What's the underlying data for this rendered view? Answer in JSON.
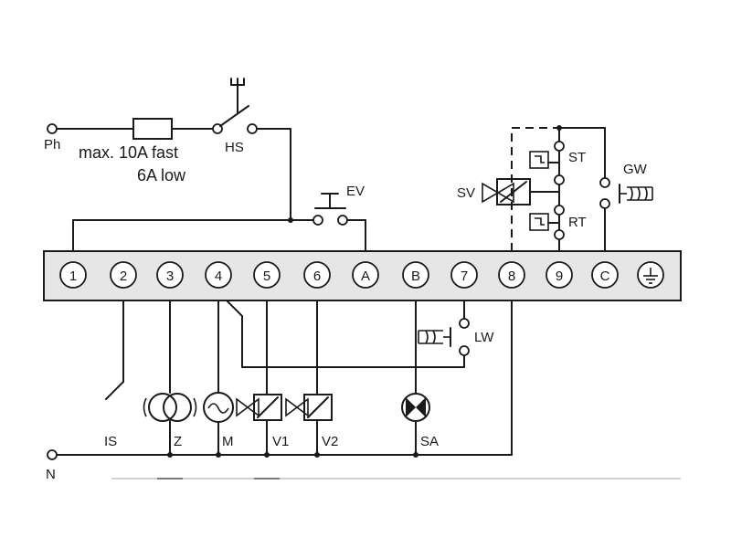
{
  "labels": {
    "ph": "Ph",
    "n": "N",
    "fuse_line1": "max. 10A fast",
    "fuse_line2": "6A low",
    "hs": "HS",
    "ev": "EV",
    "sv": "SV",
    "st": "ST",
    "rt": "RT",
    "gw": "GW",
    "lw": "LW",
    "is": "IS",
    "z": "Z",
    "m": "M",
    "v1": "V1",
    "v2": "V2",
    "sa": "SA"
  },
  "terminals": [
    "1",
    "2",
    "3",
    "4",
    "5",
    "6",
    "A",
    "B",
    "7",
    "8",
    "9",
    "C"
  ],
  "colors": {
    "line": "#1a1a1a",
    "strip_fill": "#e6e6e6",
    "background": "#ffffff"
  },
  "icons": [
    "ground-icon",
    "fuse-icon",
    "switch-icon",
    "pushbutton-icon",
    "solenoid-valve-icon",
    "pressure-switch-icon",
    "motor-icon",
    "lamp-icon",
    "ignition-transformer-icon"
  ]
}
